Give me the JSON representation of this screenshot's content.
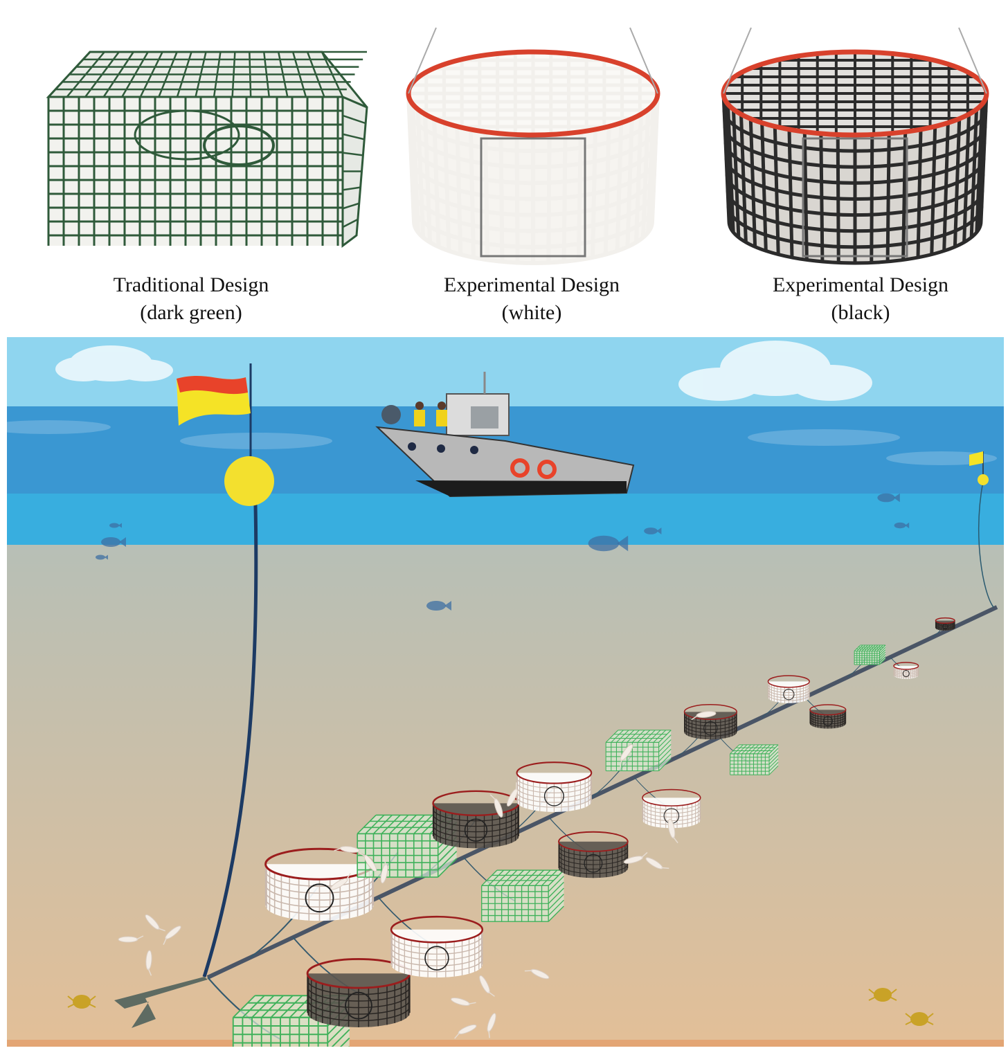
{
  "designs": [
    {
      "title": "Traditional Design",
      "color_label": "(dark green)",
      "kind": "box",
      "color": "#2f5a3a"
    },
    {
      "title": "Experimental Design",
      "color_label": "(white)",
      "kind": "round",
      "color": "#f2f0ec"
    },
    {
      "title": "Experimental Design",
      "color_label": "(black)",
      "kind": "round",
      "color": "#2b2b2b"
    }
  ],
  "scene": {
    "sky_color": "#8fd5ef",
    "sea_color": "#3a97d2",
    "shallow_color": "#38aedf",
    "seabed_top_color": "#b7bfb6",
    "seabed_bottom_color": "#e2bf98",
    "flag_colors": [
      "#f5e326",
      "#e8432a"
    ],
    "buoy_color": "#f3e02e",
    "trap_colors": {
      "green": "#3fb15a",
      "white": "#ffffff",
      "black": "#2a2623",
      "rim": "#9b1d1d"
    },
    "trap_sequence": [
      "green",
      "white",
      "black",
      "green",
      "white",
      "black",
      "green",
      "white",
      "black",
      "green",
      "white",
      "black",
      "green",
      "white",
      "black",
      "green",
      "white",
      "black"
    ]
  }
}
